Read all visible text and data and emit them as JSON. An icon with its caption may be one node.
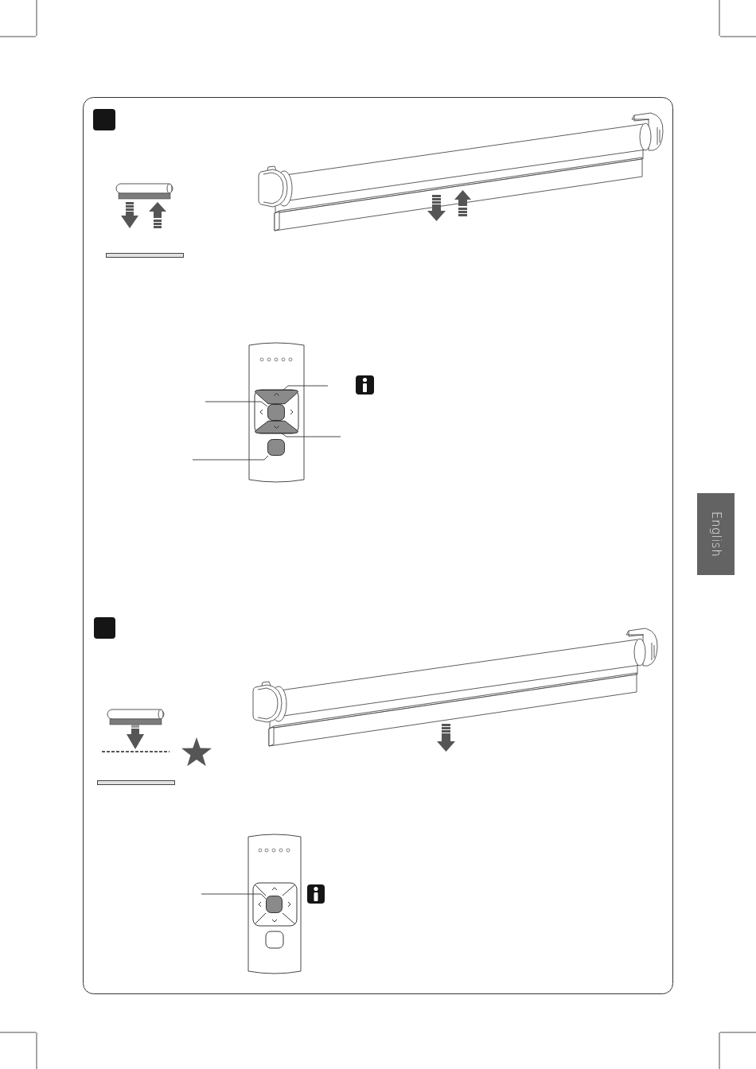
{
  "diagram": {
    "nodes": [
      {
        "text": [],
        "shape": "trapezoid"
      },
      {
        "text": [],
        "shape": "box"
      },
      {
        "text": [],
        "shape": "trapezoid"
      },
      {
        "text": [],
        "shape": "box"
      },
      {
        "text": [
          "English"
        ]
      },
      {
        "text": [],
        "shape": "box"
      }
    ],
    "edges": [
      {
        "from": null,
        "to": 0,
        "arrow": "none"
      },
      {
        "from": null,
        "to": 1,
        "arrow": "none"
      },
      {
        "from": null,
        "to": 2,
        "arrow": "none"
      },
      {
        "from": null,
        "to": 3,
        "arrow": "none"
      },
      {
        "from": null,
        "to": 5,
        "arrow": "none"
      }
    ]
  }
}
